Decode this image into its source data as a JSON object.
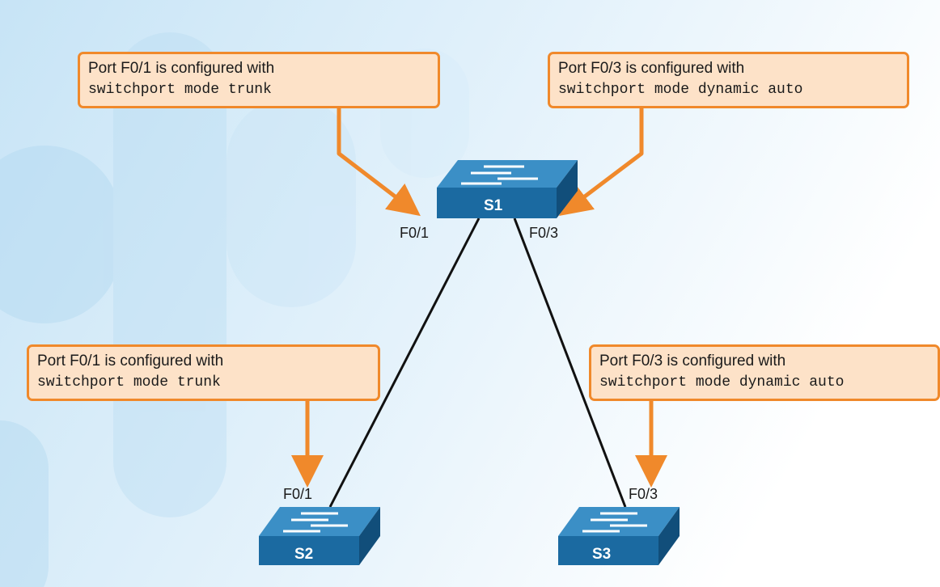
{
  "callouts": {
    "s1_f01": {
      "line1": "Port F0/1 is configured with",
      "line2": "switchport mode trunk"
    },
    "s1_f03": {
      "line1": "Port F0/3 is configured with",
      "line2": "switchport mode dynamic auto"
    },
    "s2_f01": {
      "line1": "Port F0/1 is configured with",
      "line2": "switchport mode trunk"
    },
    "s3_f03": {
      "line1": "Port F0/3 is configured with",
      "line2": "switchport mode dynamic auto"
    }
  },
  "switches": {
    "s1": "S1",
    "s2": "S2",
    "s3": "S3"
  },
  "ports": {
    "s1_f01": "F0/1",
    "s1_f03": "F0/3",
    "s2_f01": "F0/1",
    "s3_f03": "F0/3"
  },
  "colors": {
    "callout_fill": "#fde2c8",
    "callout_border": "#f0892b",
    "arrow": "#f0892b",
    "switch_blue": "#1b6aa1",
    "link": "#111111"
  }
}
